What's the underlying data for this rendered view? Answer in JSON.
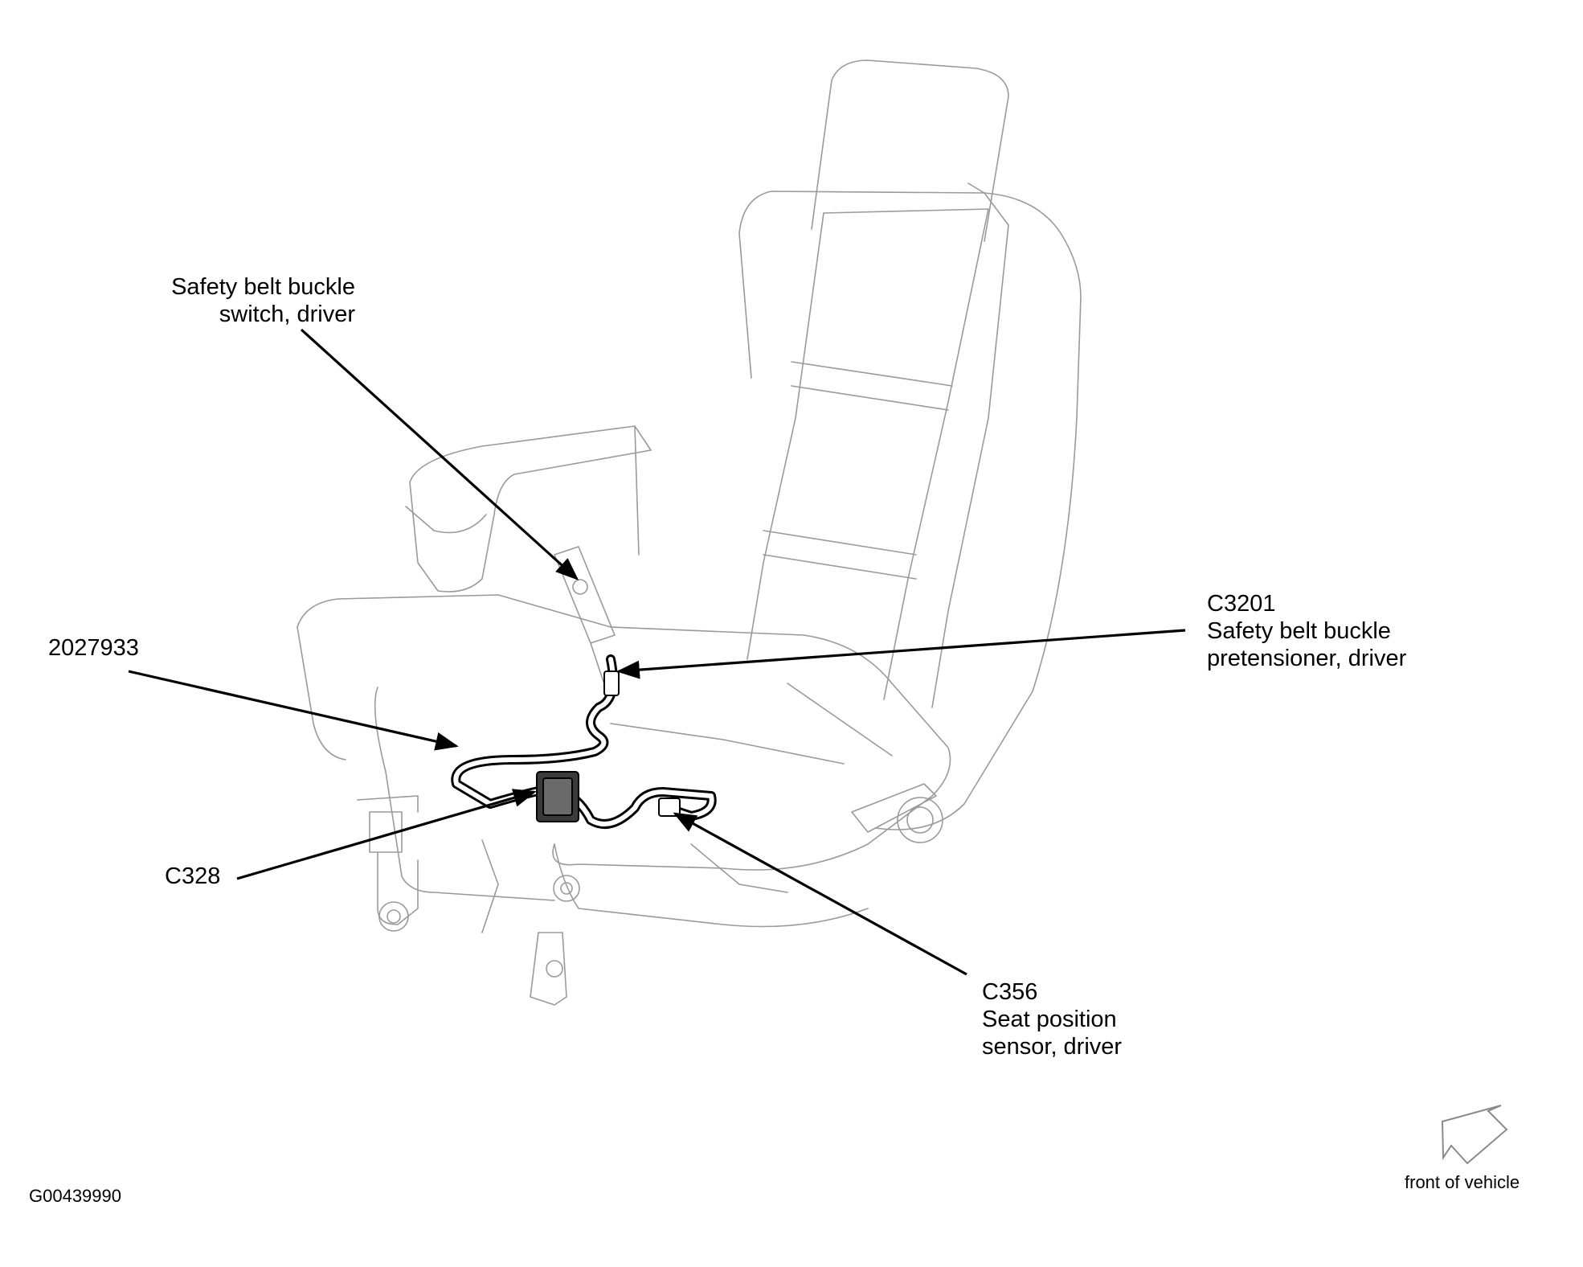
{
  "diagram": {
    "callouts": {
      "buckle_switch": [
        "Safety belt buckle",
        "switch, driver"
      ],
      "pretensioner": [
        "C3201",
        "Safety belt buckle",
        "pretensioner, driver"
      ],
      "harness": [
        "2027933"
      ],
      "c328": [
        "C328"
      ],
      "seat_position": [
        "C356",
        "Seat position",
        "sensor, driver"
      ]
    },
    "figure_id": "G00439990",
    "orientation_label": "front of vehicle",
    "colors": {
      "ink": "#000000",
      "sketch": "#9a9a9a",
      "arrow_outline": "#8a8a8a"
    }
  }
}
